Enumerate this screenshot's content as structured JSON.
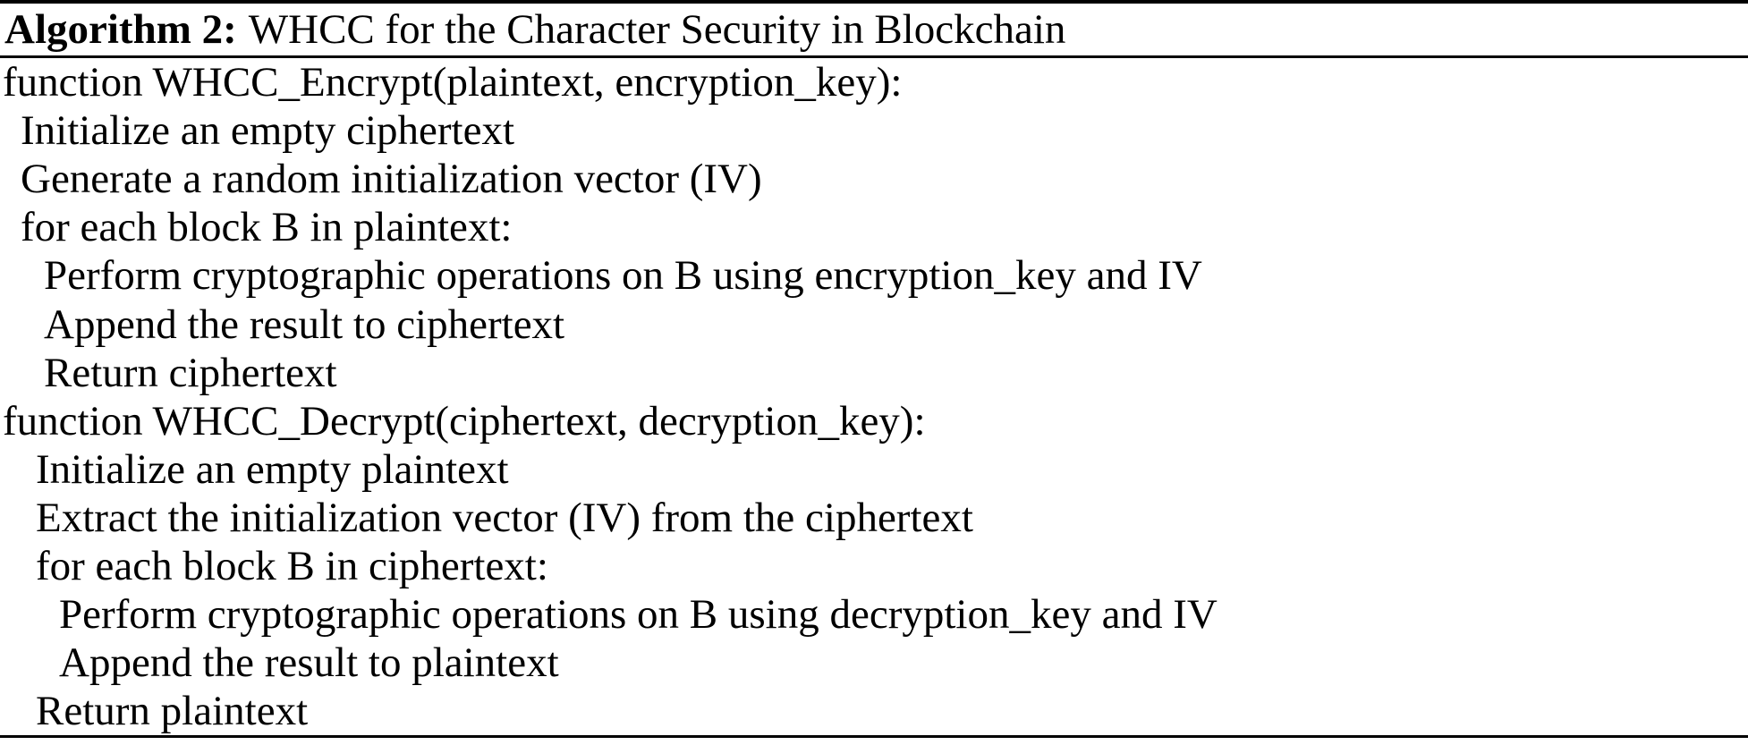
{
  "header": {
    "label": "Algorithm 2:",
    "title": "WHCC for the Character Security in Blockchain"
  },
  "code": {
    "lines": [
      {
        "depth": 0,
        "text": "function WHCC_Encrypt(plaintext, encryption_key):"
      },
      {
        "depth": 1,
        "text": "Initialize an empty ciphertext"
      },
      {
        "depth": 1,
        "text": "Generate a random initialization vector (IV)"
      },
      {
        "depth": 1,
        "text": "for each block B in plaintext:"
      },
      {
        "depth": 2,
        "text": "Perform cryptographic operations on B using encryption_key and IV"
      },
      {
        "depth": 2,
        "text": "Append the result to ciphertext"
      },
      {
        "depth": 2,
        "text": "Return ciphertext"
      },
      {
        "depth": 0,
        "text": "function WHCC_Decrypt(ciphertext, decryption_key):"
      },
      {
        "depth": 1,
        "text": "Initialize an empty plaintext"
      },
      {
        "depth": 1,
        "text": "Extract the initialization vector (IV) from the ciphertext"
      },
      {
        "depth": 1,
        "text": "for each block B in ciphertext:"
      },
      {
        "depth": 2,
        "text": "Perform cryptographic operations on B using decryption_key and IV"
      },
      {
        "depth": 2,
        "text": "Append the result to plaintext"
      },
      {
        "depth": 1,
        "text": "Return plaintext"
      }
    ]
  },
  "colors": {
    "text": "#000000",
    "background": "#ffffff",
    "rule": "#000000"
  }
}
